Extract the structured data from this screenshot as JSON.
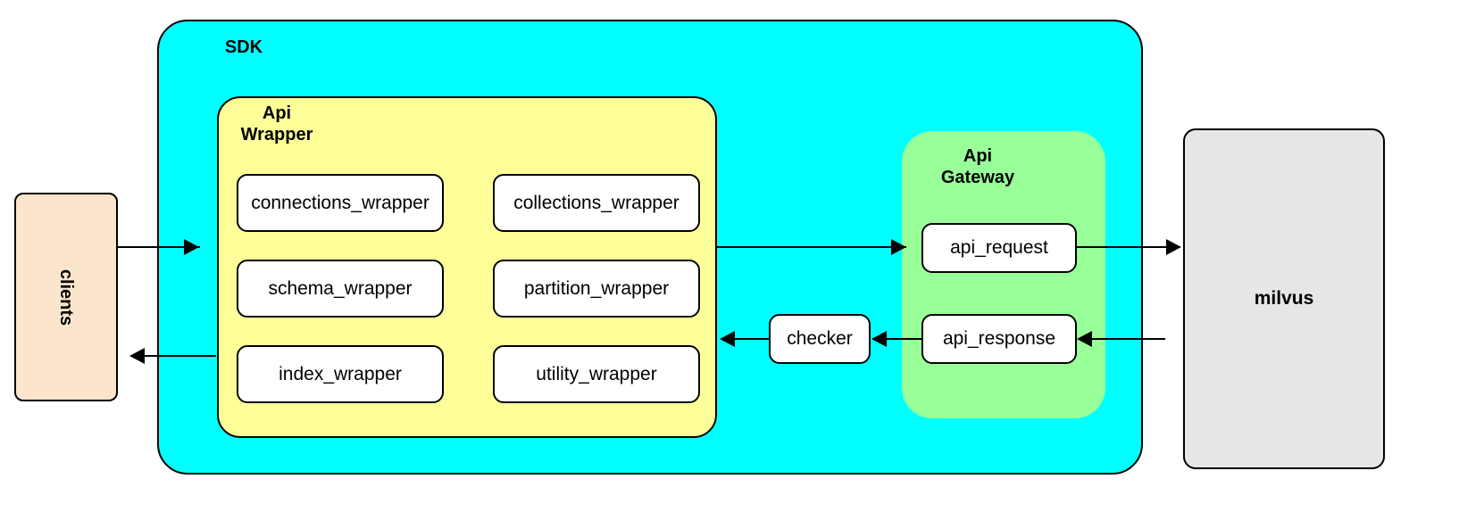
{
  "diagram": {
    "title": "SDK / Api Wrapper / Api Gateway / milvus architecture",
    "colors": {
      "sdk_fill": "#00FFFF",
      "api_wrapper_fill": "#FFFF99",
      "api_gateway_fill": "#99FF99",
      "clients_fill": "#FCE5CD",
      "milvus_fill": "#E6E6E6",
      "box_fill": "#FFFFFF",
      "stroke": "#000000",
      "background": "#FFFFFF"
    },
    "clients": {
      "label": "clients"
    },
    "sdk": {
      "label": "SDK"
    },
    "api_wrapper": {
      "label": "Api\nWrapper",
      "modules": [
        {
          "name": "connections_wrapper"
        },
        {
          "name": "collections_wrapper"
        },
        {
          "name": "schema_wrapper"
        },
        {
          "name": "partition_wrapper"
        },
        {
          "name": "index_wrapper"
        },
        {
          "name": "utility_wrapper"
        }
      ]
    },
    "checker": {
      "label": "checker"
    },
    "api_gateway": {
      "label": "Api\nGateway",
      "nodes": [
        {
          "name": "api_request"
        },
        {
          "name": "api_response"
        }
      ]
    },
    "milvus": {
      "label": "milvus"
    },
    "arrows": [
      {
        "name": "clients-to-api-wrapper",
        "direction": "right"
      },
      {
        "name": "api-wrapper-to-api-request",
        "direction": "right"
      },
      {
        "name": "api-request-to-milvus",
        "direction": "right"
      },
      {
        "name": "milvus-to-api-response",
        "direction": "left"
      },
      {
        "name": "api-response-to-checker",
        "direction": "left"
      },
      {
        "name": "checker-to-api-wrapper",
        "direction": "left"
      },
      {
        "name": "sdk-to-clients",
        "direction": "left"
      }
    ]
  }
}
